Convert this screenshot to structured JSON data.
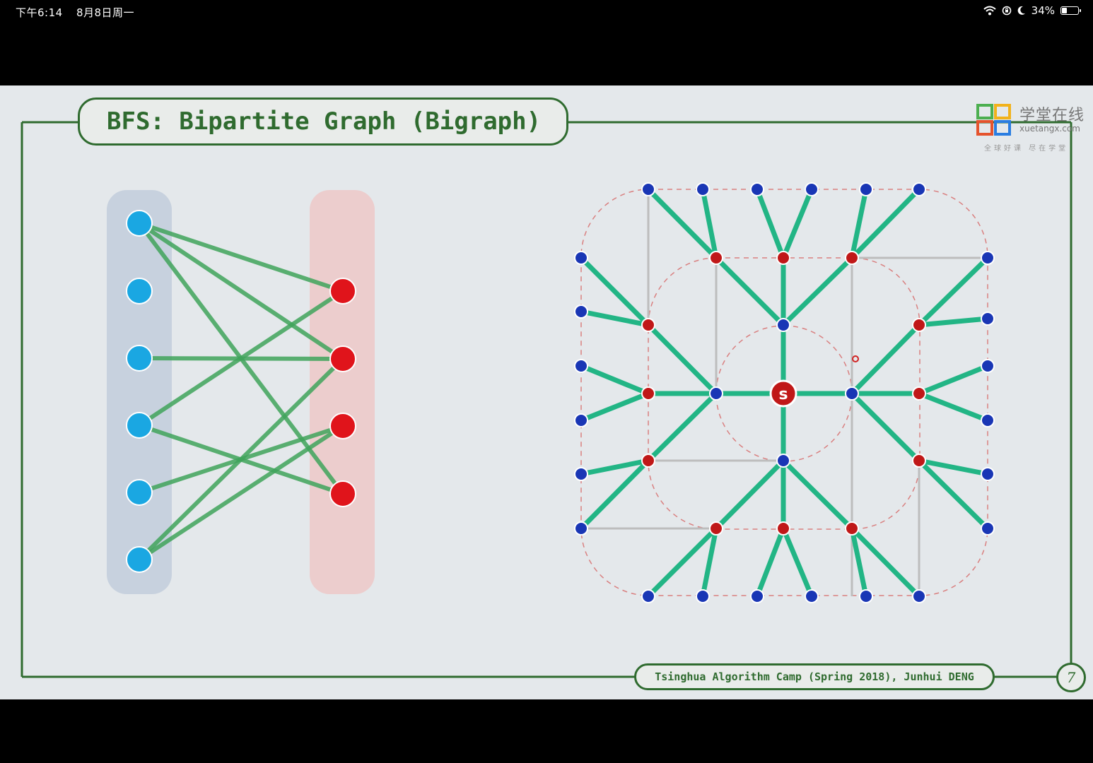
{
  "status_bar": {
    "time": "下午6:14",
    "date": "8月8日周一",
    "battery_percent": "34%",
    "battery_level": 0.34
  },
  "slide": {
    "title": "BFS: Bipartite Graph (Bigraph)",
    "footer": "Tsinghua Algorithm Camp (Spring 2018), Junhui DENG",
    "page_number": "7",
    "logo": {
      "name_cn": "学堂在线",
      "url": "xuetangx.com",
      "slogan": "全球好课 尽在学堂"
    },
    "grid_source_label": "s"
  },
  "colors": {
    "frame_green": "#2f6b2f",
    "edge_green": "#3fa35a",
    "tree_edge": "#22b585",
    "left_part": "#1aa7e2",
    "right_part": "#e0141b",
    "blue_vertex": "#1936b5",
    "red_vertex": "#c01818",
    "level_ring": "#d98080"
  }
}
